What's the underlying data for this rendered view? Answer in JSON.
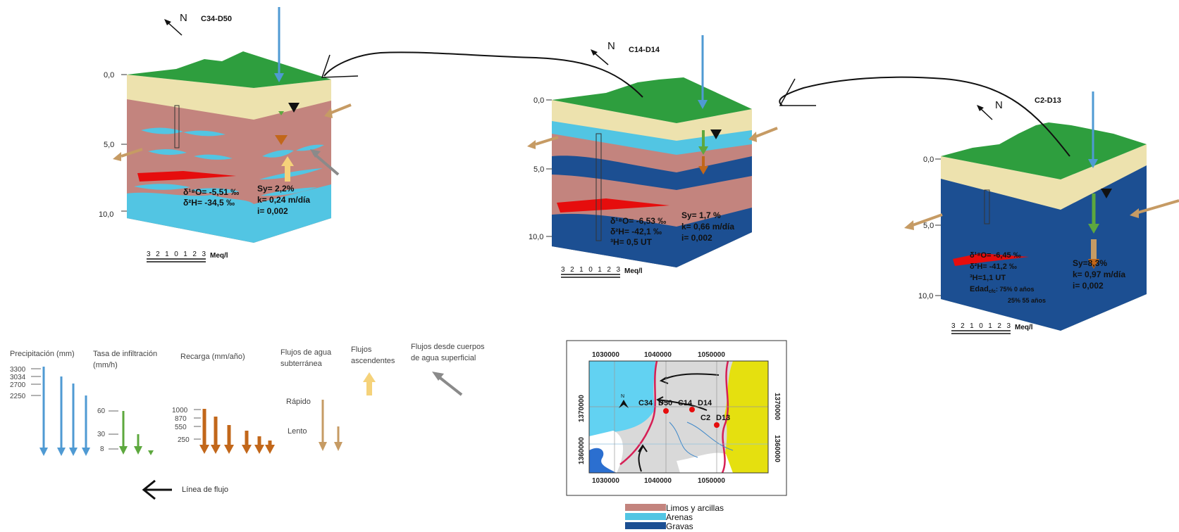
{
  "colors": {
    "grass": "#2e9e3e",
    "sand": "#ede2ae",
    "silt": "#c3847e",
    "arenas": "#52c5e3",
    "gravas": "#1c4f92",
    "red_lens": "#e60d0d",
    "blue_arrow": "#4f9ad3",
    "green_arrow": "#5da83e",
    "orange_arrow": "#c2671a",
    "tan_arrow": "#c69b64",
    "yellow_arrow": "#f5d27a",
    "grey_arrow": "#8a8a8a",
    "map_lake": "#62d2f2",
    "map_yellow": "#e5e00f",
    "map_grey": "#d9d9d9"
  },
  "block_left": {
    "id": "C34-D50",
    "north": "N",
    "depths": [
      "0,0",
      "5,0",
      "10,0"
    ],
    "iso": [
      "δ¹⁸O= -5,51 ‰",
      "δ²H= -34,5 ‰"
    ],
    "hydro": [
      "Sy= 2,2%",
      "k= 0,24 m/día",
      "i= 0,002"
    ],
    "scale_ticks": "3 2 1 0 1 2 3",
    "scale_unit": "Meq/l"
  },
  "block_mid": {
    "id": "C14-D14",
    "north": "N",
    "depths": [
      "0,0",
      "5,0",
      "10,0"
    ],
    "iso": [
      "δ¹⁸O= -6,53 ‰",
      "δ²H= -42,1 ‰",
      "³H= 0,5 UT"
    ],
    "hydro": [
      "Sy= 1,7 %",
      "k= 0,66 m/día",
      "i= 0,002"
    ],
    "scale_ticks": "3 2 1 0 1 2 3",
    "scale_unit": "Meq/l"
  },
  "block_right": {
    "id": "C2-D13",
    "north": "N",
    "depths": [
      "0,0",
      "5,0",
      "10,0"
    ],
    "iso": [
      "δ¹⁸O= -6,45 ‰",
      "δ²H= -41,2 ‰",
      "³H=1,1 UT"
    ],
    "age_label": "Edad",
    "age_sub": "cfc",
    "age_1": ": 75% 0 años",
    "age_2": "25% 55 años",
    "hydro": [
      "Sy=8,3%",
      "k= 0,97 m/día",
      "i= 0,002"
    ],
    "scale_ticks": "3 2 1 0 1 2 3",
    "scale_unit": "Meq/l"
  },
  "legend": {
    "precip_title": "Precipitación (mm)",
    "precip_ticks": [
      "3300",
      "3034",
      "2700",
      "2250"
    ],
    "infil_title_1": "Tasa de infiltración",
    "infil_title_2": "(mm/h)",
    "infil_ticks": [
      "60",
      "30",
      "8"
    ],
    "recarga_title": "Recarga (mm/año)",
    "recarga_ticks": [
      "1000",
      "870",
      "550",
      "250"
    ],
    "flujos_title_1": "Flujos de agua",
    "flujos_title_2": "subterránea",
    "rapido": "Rápido",
    "lento": "Lento",
    "ascend_1": "Flujos",
    "ascend_2": "ascendentes",
    "superf_1": "Flujos desde cuerpos",
    "superf_2": "de agua superficial",
    "flow_line": "Línea de flujo"
  },
  "map": {
    "x_ticks": [
      "1030000",
      "1040000",
      "1050000"
    ],
    "y_ticks": [
      "1370000",
      "1360000"
    ],
    "north": "N",
    "labels": [
      "C34",
      "D50",
      "C14",
      "D14",
      "C2",
      "D13"
    ]
  },
  "map_legend": [
    "Limos y arcillas",
    "Arenas",
    "Gravas"
  ]
}
